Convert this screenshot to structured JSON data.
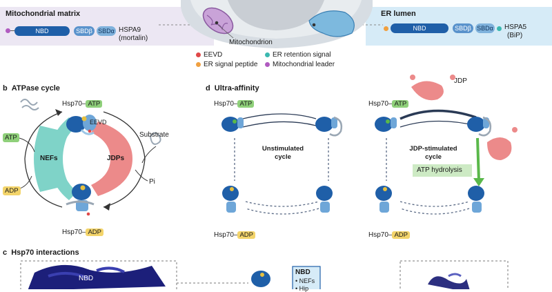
{
  "panel_a": {
    "left_band": {
      "title": "Mitochondrial matrix",
      "domains": [
        "NBD",
        "SBDβ",
        "SBDα"
      ],
      "protein_name": "HSPA9",
      "protein_alias": "(mortalin)"
    },
    "right_band": {
      "title": "ER lumen",
      "domains": [
        "NBD",
        "SBDβ",
        "SBDα"
      ],
      "protein_name": "HSPA5",
      "protein_alias": "(BiP)"
    },
    "organelle_label": "Mitochondrion",
    "legend": [
      {
        "label": "EEVD",
        "color": "#e04848"
      },
      {
        "label": "ER retention signal",
        "color": "#3bb8b0"
      },
      {
        "label": "ER signal peptide",
        "color": "#f0a040"
      },
      {
        "label": "Mitochondrial leader",
        "color": "#b05bc0"
      }
    ]
  },
  "panel_b": {
    "letter": "b",
    "title": "ATPase cycle",
    "hsp_atp_prefix": "Hsp70–",
    "hsp_atp_tag": "ATP",
    "hsp_adp_prefix": "Hsp70–",
    "hsp_adp_tag": "ADP",
    "eevd": "EEVD",
    "atp": "ATP",
    "adp": "ADP",
    "substrate": "Substrate",
    "pi": "Pi",
    "nefs": "NEFs",
    "jdps": "JDPs"
  },
  "panel_d": {
    "letter": "d",
    "title": "Ultra-affinity",
    "hsp_prefix": "Hsp70–",
    "atp_tag": "ATP",
    "adp_tag": "ADP",
    "left_cycle": [
      "Unstimulated",
      "cycle"
    ],
    "right_cycle": [
      "JDP-stimulated",
      "cycle"
    ],
    "jdp": "JDP",
    "atp_hydrolysis": "ATP hydrolysis"
  },
  "panel_c": {
    "letter": "c",
    "title": "Hsp70 interactions",
    "nbd_label": "NBD",
    "nbd_box_title": "NBD",
    "nbd_box_items": [
      "• NEFs",
      "• Hip"
    ]
  },
  "colors": {
    "protein_blue": "#1f5fa8",
    "pale_blue": "#9cc6e6",
    "nef_teal": "#7fd3c8",
    "jdp_pink": "#ec8a8a",
    "atp_green": "#8fd07a",
    "adp_yellow": "#f3d46a",
    "arrow_green": "#5ab84a",
    "structure_navy": "#1c1f7a"
  }
}
